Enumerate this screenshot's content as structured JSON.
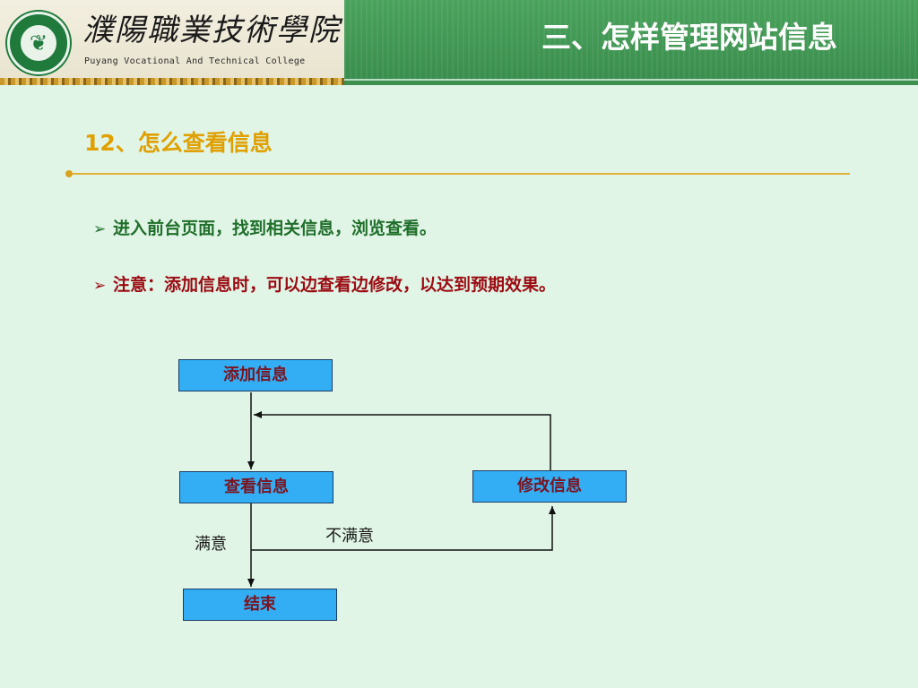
{
  "header": {
    "school_name_cn": "濮陽職業技術學院",
    "school_name_en": "Puyang Vocational And Technical College",
    "logo_icon": "school-seal-icon",
    "title": "三、怎样管理网站信息"
  },
  "section": {
    "title": "12、怎么查看信息"
  },
  "bullets": [
    {
      "marker": "➢",
      "text": "进入前台页面，找到相关信息，浏览查看。",
      "color": "#1f6e2a"
    },
    {
      "marker": "➢",
      "text": "注意：添加信息时，可以边查看边修改，以达到预期效果。",
      "color": "#9b0a12"
    }
  ],
  "flowchart": {
    "nodes": {
      "add": "添加信息",
      "view": "查看信息",
      "edit": "修改信息",
      "end": "结束"
    },
    "edges": {
      "satisfied": "满意",
      "unsatisfied": "不满意"
    }
  },
  "colors": {
    "background": "#e0f5e6",
    "header_green": "#3a8e4e",
    "section_title": "#e0a000",
    "node_fill": "#33aef5",
    "node_text": "#7a1420"
  }
}
